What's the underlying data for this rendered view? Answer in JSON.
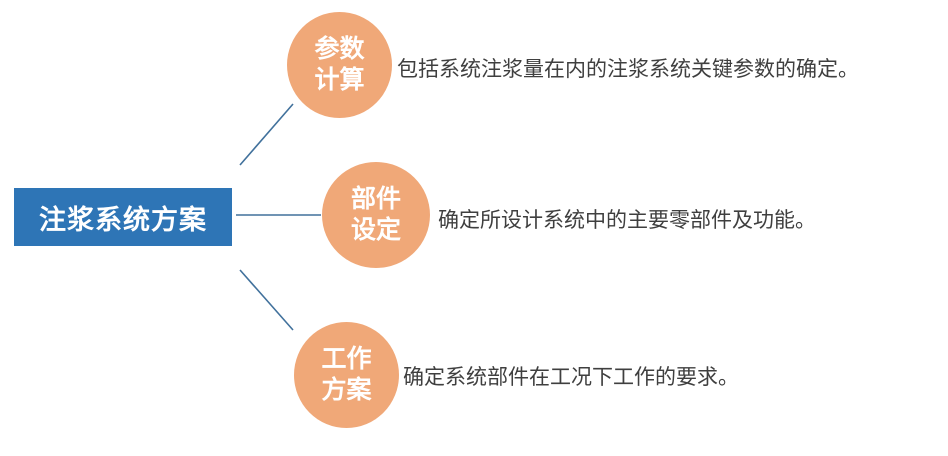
{
  "diagram": {
    "root": {
      "label": "注浆系统方案"
    },
    "nodes": [
      {
        "label_lines": [
          "参数",
          "计算"
        ],
        "description": "包括系统注浆量在内的注浆系统关键参数的确定。"
      },
      {
        "label_lines": [
          "部件",
          "设定"
        ],
        "description": "确定所设计系统中的主要零部件及功能。"
      },
      {
        "label_lines": [
          "工作",
          "方案"
        ],
        "description": "确定系统部件在工况下工作的要求。"
      }
    ],
    "colors": {
      "root_background": "#2E75B6",
      "root_text": "#FFFFFF",
      "circle_background": "#F0A878",
      "circle_text": "#FFFFFF",
      "connector_line": "#41719C",
      "description_text": "#3F3F3F"
    }
  }
}
